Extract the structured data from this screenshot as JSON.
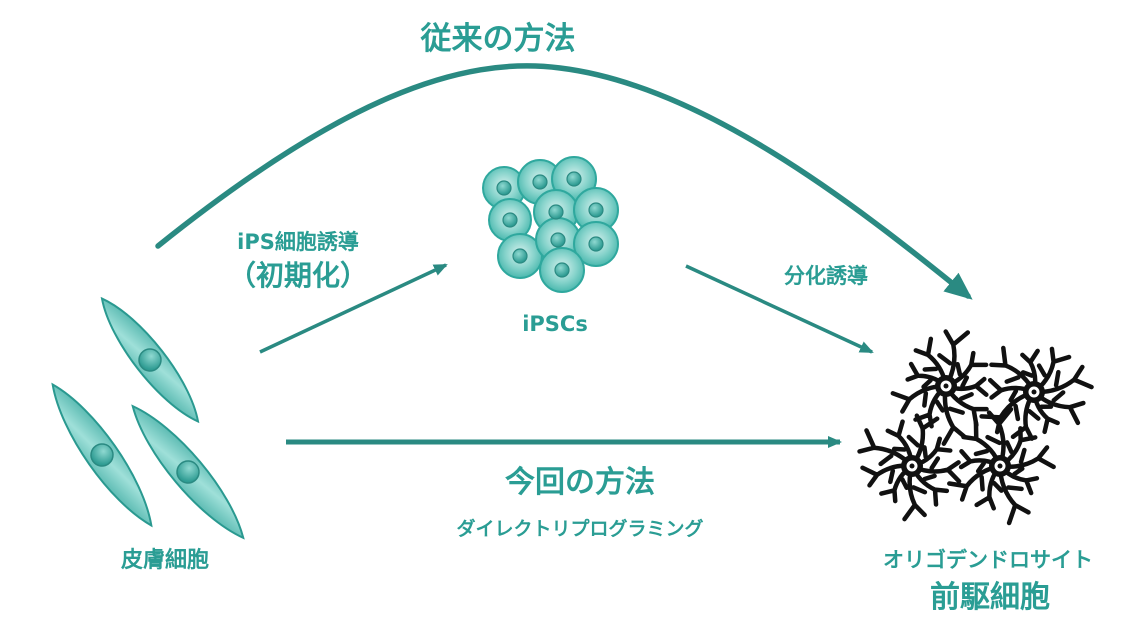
{
  "colors": {
    "teal": "#2a9d94",
    "arrow": "#2a8a82",
    "cell_fill": "#5fc4bb",
    "cell_light": "#bfe8e3",
    "nucleus": "#2f9c93",
    "oligo": "#111111"
  },
  "labels": {
    "conventional_method": "従来の方法",
    "ips_induction": "iPS細胞誘導",
    "reprogramming": "（初期化）",
    "ipscs": "iPSCs",
    "differentiation_induction": "分化誘導",
    "current_method": "今回の方法",
    "direct_reprogramming": "ダイレクトリプログラミング",
    "skin_cells": "皮膚細胞",
    "oligodendrocyte": "オリゴデンドロサイト",
    "progenitor_cells": "前駆細胞"
  },
  "icons": {
    "skin_cells": "spindle-fibroblast-icon",
    "ipscs": "stem-cell-cluster-icon",
    "oligodendrocyte": "oligodendrocyte-icon"
  }
}
